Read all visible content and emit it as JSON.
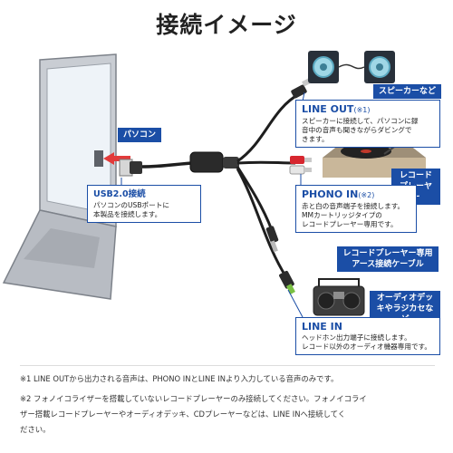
{
  "title": "接続イメージ",
  "labels": {
    "pc": "パソコン",
    "speaker": "スピーカーなど",
    "record_player": "レコードプレーヤー",
    "ground_cable": "レコードプレーヤー専用アース接続ケーブル",
    "audio_deck": "オーディオデッキやラジカセなど"
  },
  "usb": {
    "heading": "USB2.0接続",
    "lines": [
      "パソコンのUSBポートに",
      "本製品を接続します。"
    ]
  },
  "line_out": {
    "heading": "LINE OUT",
    "note": "(※1)",
    "lines": [
      "スピーカーに接続して、パソコンに録",
      "音中の音声も聞きながらダビングで",
      "きます。"
    ]
  },
  "phono_in": {
    "heading": "PHONO IN",
    "note": "(※2)",
    "lines": [
      "赤と白の音声端子を接続します。",
      "MMカートリッジタイプの",
      "レコードプレーヤー専用です。"
    ]
  },
  "line_in": {
    "heading": "LINE IN",
    "lines": [
      "ヘッドホン出力端子に接続します。",
      "レコード以外のオーディオ機器専用です。"
    ]
  },
  "footnotes": [
    "※1 LINE OUTから出力される音声は、PHONO INとLINE INより入力している音声のみです。",
    "※2 フォノイコライザーを搭載していないレコードプレーヤーのみ接続してください。フォノイコライ",
    "ザー搭載レコードプレーヤーやオーディオデッキ、CDプレーヤーなどは、LINE INへ接続してく",
    "ださい。"
  ]
}
